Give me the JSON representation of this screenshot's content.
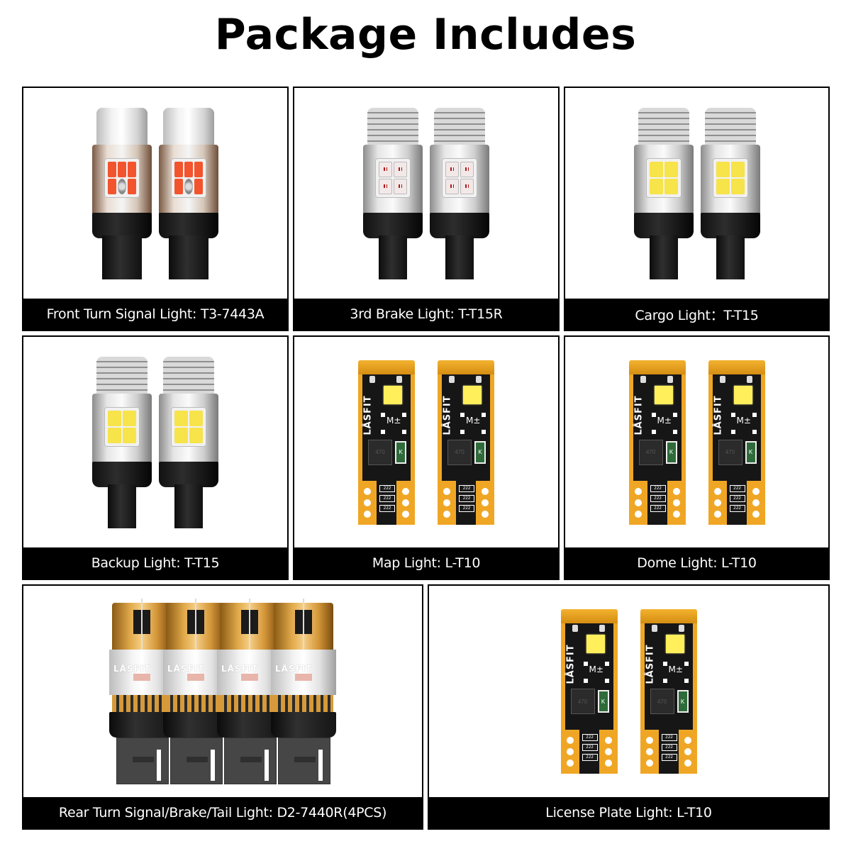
{
  "title": "Package Includes",
  "brand_mark": "LÅSFIT",
  "colors": {
    "caption_bg": "#000000",
    "caption_text": "#ffffff",
    "border": "#000000",
    "amber_led": "#f2542d",
    "white_led": "#f7e34a",
    "pcb_gold": "#f0a625"
  },
  "items": [
    {
      "label": "Front Turn Signal Light: T3-7443A",
      "type": "wedge",
      "led": "amber",
      "quantity": 2
    },
    {
      "label": "3rd Brake Light: T-T15R",
      "type": "wedge",
      "led": "red",
      "quantity": 2
    },
    {
      "label": "Cargo Light：T-T15",
      "type": "wedge",
      "led": "white",
      "quantity": 2
    },
    {
      "label": "Backup Light: T-T15",
      "type": "wedge",
      "led": "white",
      "quantity": 2
    },
    {
      "label": "Map Light: L-T10",
      "type": "t10",
      "quantity": 2
    },
    {
      "label": "Dome Light: L-T10",
      "type": "t10",
      "quantity": 2
    },
    {
      "label": "Rear Turn Signal/Brake/Tail Light: D2-7440R(4PCS)",
      "type": "d2",
      "quantity": 4
    },
    {
      "label": "License Plate Light: L-T10",
      "type": "t10",
      "quantity": 2
    }
  ],
  "pcb_text": {
    "inductor": "470",
    "fuse": "K",
    "resistor": "222",
    "marking": "M±"
  }
}
